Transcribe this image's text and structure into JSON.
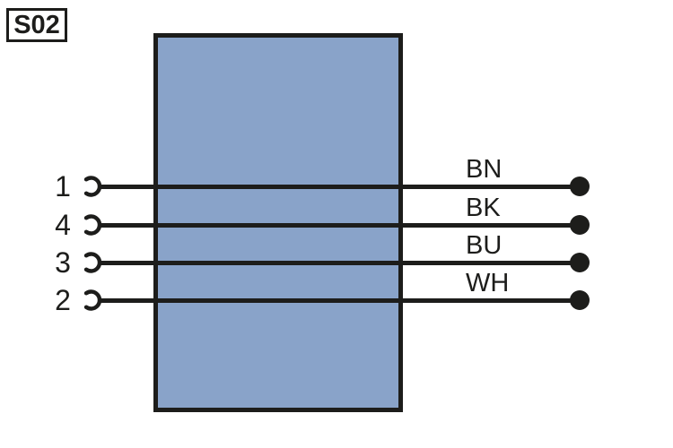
{
  "diagram": {
    "component_id": "S02",
    "wires": [
      {
        "pin": "1",
        "color_code": "BN"
      },
      {
        "pin": "4",
        "color_code": "BK"
      },
      {
        "pin": "3",
        "color_code": "BU"
      },
      {
        "pin": "2",
        "color_code": "WH"
      }
    ],
    "icons": {
      "socket": "open-socket-arc-icon",
      "terminal": "filled-terminal-dot-icon"
    },
    "colors": {
      "component_fill": "#89A3C9",
      "line_black": "#1D1D1B",
      "background": "#FFFFFF"
    }
  }
}
